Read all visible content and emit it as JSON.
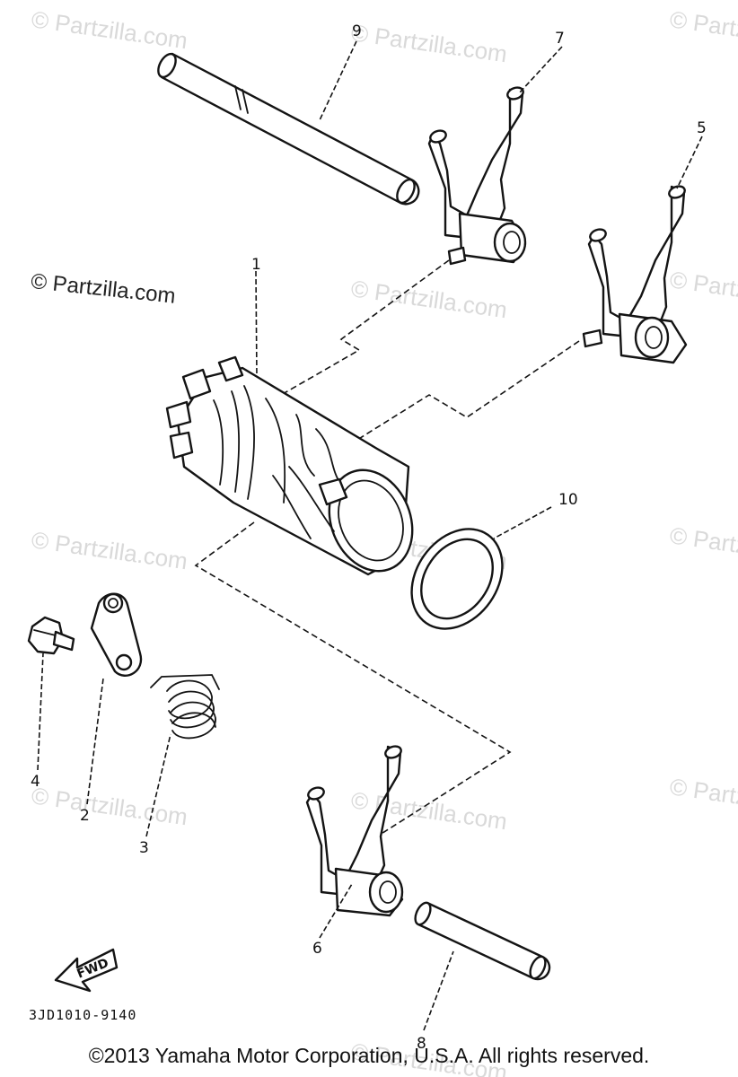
{
  "watermark": {
    "primary": "© Partzilla.com",
    "faint": "© Partzilla.com"
  },
  "callouts": {
    "c1": "1",
    "c2": "2",
    "c3": "3",
    "c4": "4",
    "c5": "5",
    "c6": "6",
    "c7": "7",
    "c8": "8",
    "c9": "9",
    "c10": "10"
  },
  "fwd_label": "FWD",
  "drawing_code": "3JD1010-9140",
  "copyright": "©2013 Yamaha Motor Corporation, U.S.A. All rights reserved."
}
